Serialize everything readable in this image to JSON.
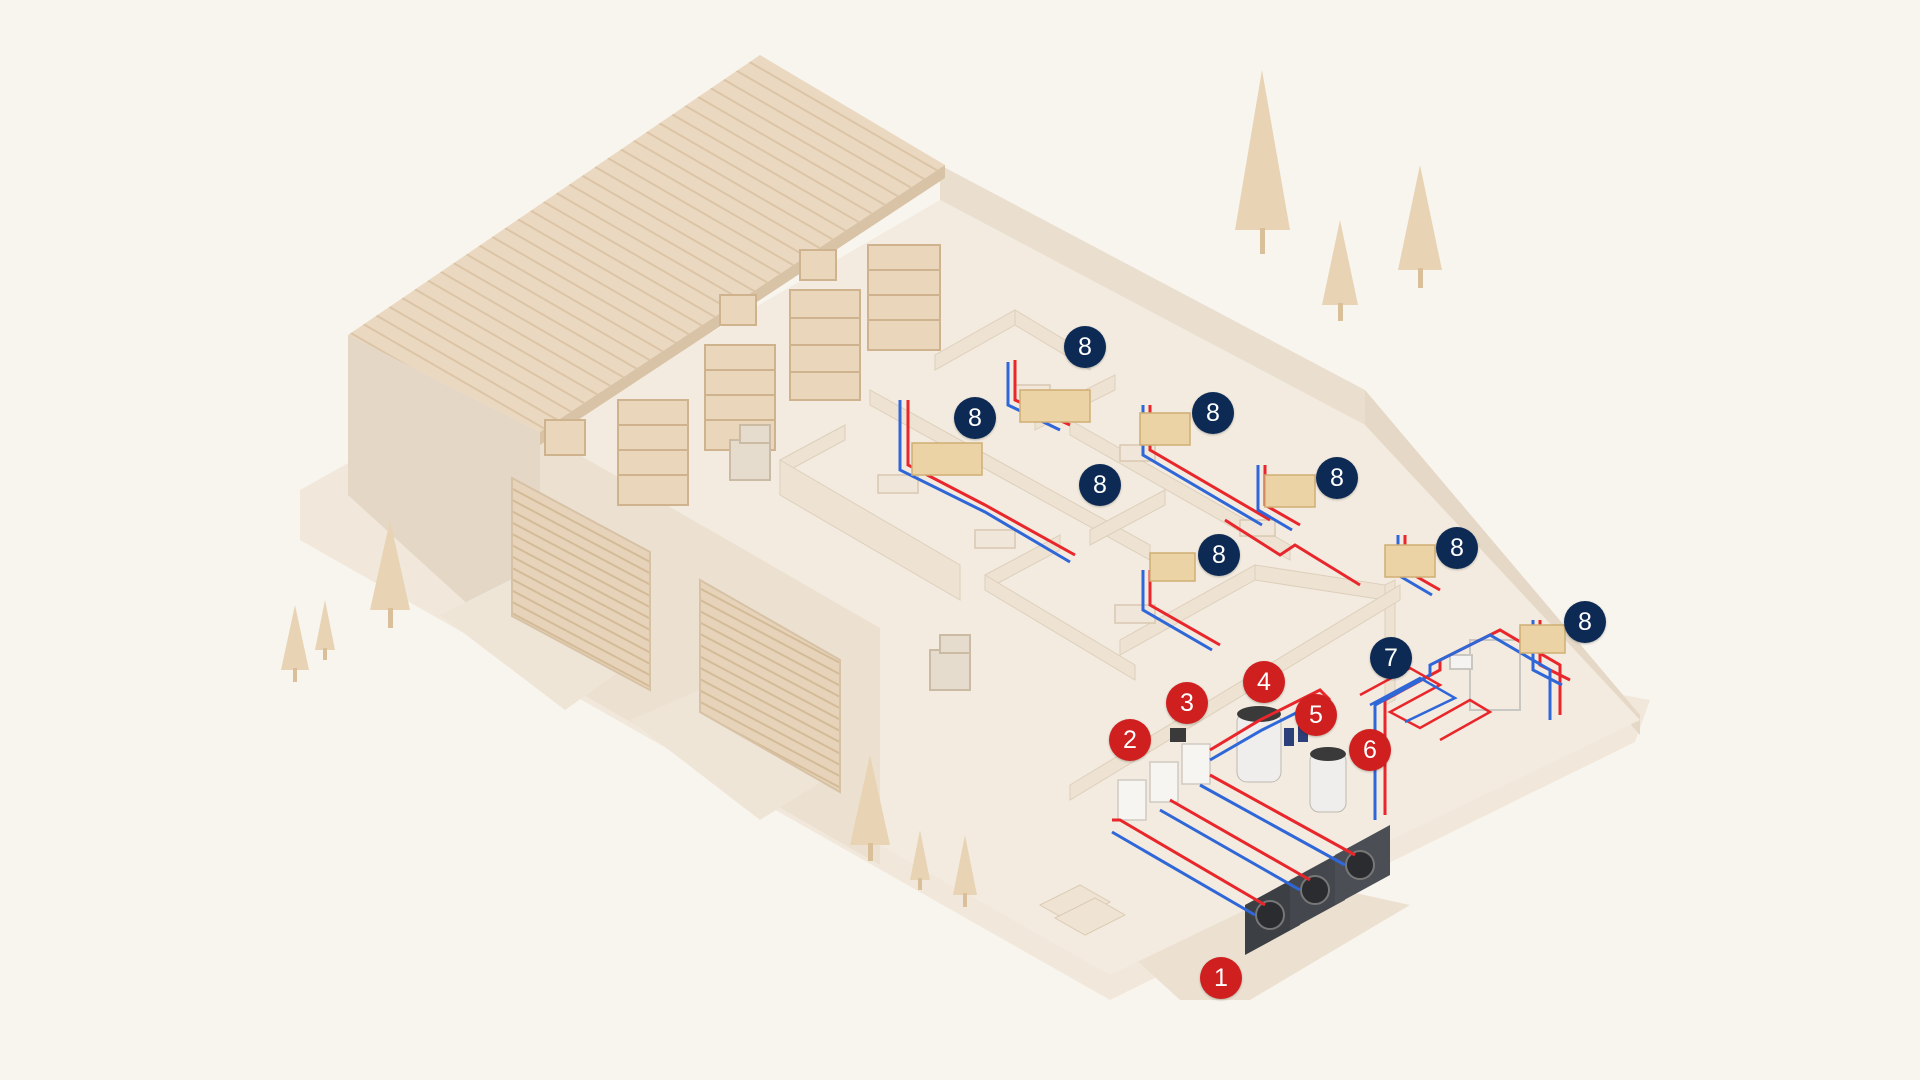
{
  "colors": {
    "background": "#f8f4ee",
    "building": "#efe4d5",
    "roof": "#e8d5bd",
    "hot_pipe": "#e8262b",
    "cold_pipe": "#2f67d8",
    "equipment_marker": "#d01f1f",
    "radiator_marker": "#0d2a55"
  },
  "markers": [
    {
      "label": "1",
      "kind": "equipment",
      "icon": "heat-pump-units"
    },
    {
      "label": "2",
      "kind": "equipment",
      "icon": "indoor-units"
    },
    {
      "label": "3",
      "kind": "equipment",
      "icon": "controller"
    },
    {
      "label": "4",
      "kind": "equipment",
      "icon": "buffer-tank"
    },
    {
      "label": "5",
      "kind": "equipment",
      "icon": "hydraulic-module"
    },
    {
      "label": "6",
      "kind": "equipment",
      "icon": "hot-water-cylinder"
    },
    {
      "label": "7",
      "kind": "heating",
      "icon": "underfloor-heating"
    },
    {
      "label": "8",
      "kind": "heating",
      "icon": "radiator"
    },
    {
      "label": "8",
      "kind": "heating",
      "icon": "radiator"
    },
    {
      "label": "8",
      "kind": "heating",
      "icon": "radiator"
    },
    {
      "label": "8",
      "kind": "heating",
      "icon": "radiator"
    },
    {
      "label": "8",
      "kind": "heating",
      "icon": "radiator"
    },
    {
      "label": "8",
      "kind": "heating",
      "icon": "radiator"
    },
    {
      "label": "8",
      "kind": "heating",
      "icon": "radiator"
    },
    {
      "label": "8",
      "kind": "heating",
      "icon": "radiator"
    }
  ]
}
